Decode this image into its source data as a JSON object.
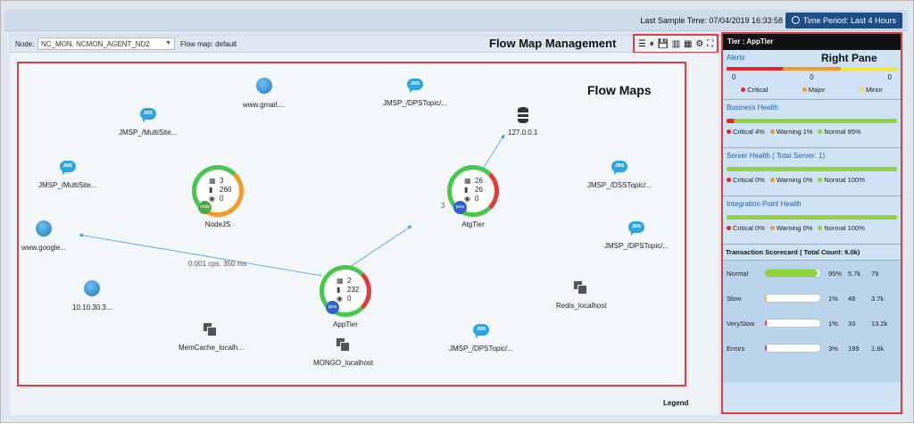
{
  "header": {
    "sample_time": "Last Sample Time: 07/04/2019 16:33:58",
    "time_period": "Time Period: Last 4 Hours"
  },
  "toolbar": {
    "node_label": "Node:",
    "node_value": "NC_MON, NCMON_AGENT_ND2",
    "flowmap_label": "Flow map: default",
    "annotation": "Flow Map Management",
    "icons": [
      "list-indent-icon",
      "pause-icon",
      "save-icon",
      "grid-icon",
      "table-icon",
      "gear-icon",
      "fullscreen-icon"
    ]
  },
  "map": {
    "annotation": "Flow Maps",
    "legend": "Legend",
    "nodes": [
      {
        "type": "jms",
        "label": "JMSP_/MultiSite..."
      },
      {
        "type": "globe",
        "label": "www.gmail...."
      },
      {
        "type": "jms",
        "label": "JMSP_/DPSTopic/..."
      },
      {
        "type": "db",
        "label": "127.0.0.1"
      },
      {
        "type": "jms",
        "label": "JMSP_/MultiSite..."
      },
      {
        "type": "jms",
        "label": "JMSP_/DSSTopic/..."
      },
      {
        "type": "globe",
        "label": "www.google..."
      },
      {
        "type": "jms",
        "label": "JMSP_/DPSTopic/..."
      },
      {
        "type": "globe",
        "label": "10.10.30.3..."
      },
      {
        "type": "server",
        "label": "Redis_localhost"
      },
      {
        "type": "server",
        "label": "MemCache_localh..."
      },
      {
        "type": "server",
        "label": "MONGO_localhost"
      },
      {
        "type": "jms",
        "label": "JMSP_/DPSTopic/..."
      }
    ],
    "tiers": [
      {
        "name": "NodeJS",
        "v1": "3",
        "v2": "260",
        "v3": "0",
        "badge": "nodejs"
      },
      {
        "name": "AtgTier",
        "v1": "26",
        "v2": "26",
        "v3": "0",
        "badge": "java"
      },
      {
        "name": "AppTier",
        "v1": "2",
        "v2": "232",
        "v3": "0",
        "badge": "java"
      }
    ],
    "link_label": "0.001 cps, 350 ms",
    "link_label2": "3"
  },
  "right_pane": {
    "tier_title": "Tier : AppTier",
    "annotation": "Right Pane",
    "alerts": {
      "title": "Alerts",
      "critical": "0",
      "major": "0",
      "minor": "0",
      "labels": [
        "Critical",
        "Major",
        "Minor"
      ]
    },
    "business_health": {
      "title": "Business Health",
      "critical_pct": 4,
      "warning_pct": 1,
      "normal_pct": 95,
      "labels": [
        "Critical 4%",
        "Warning 1%",
        "Normal 95%"
      ]
    },
    "server_health": {
      "title": "Server Health ( Total Server: 1)",
      "critical_pct": 0,
      "warning_pct": 0,
      "normal_pct": 100,
      "labels": [
        "Critical 0%",
        "Warning 0%",
        "Normal 100%"
      ]
    },
    "integration_health": {
      "title": "Integration Point Health",
      "critical_pct": 0,
      "warning_pct": 0,
      "normal_pct": 100,
      "labels": [
        "Critical 0%",
        "Warning 0%",
        "Normal 100%"
      ]
    },
    "scorecard": {
      "title": "Transaction Scorecard  ( Total Count: 6.0k)",
      "rows": [
        {
          "name": "Normal",
          "pct": "95%",
          "a": "5.7k",
          "b": "79",
          "fill": 0.95,
          "color": "#8fd43a"
        },
        {
          "name": "Slow",
          "pct": "1%",
          "a": "48",
          "b": "3.7k",
          "fill": 0.01,
          "color": "#f0c23a"
        },
        {
          "name": "VerySlow",
          "pct": "1%",
          "a": "33",
          "b": "13.2k",
          "fill": 0.01,
          "color": "#e03c3c"
        },
        {
          "name": "Errors",
          "pct": "3%",
          "a": "199",
          "b": "1.6k",
          "fill": 0.03,
          "color": "#8a3bd6"
        }
      ]
    }
  },
  "colors": {
    "critical": "#e52424",
    "major": "#f29a23",
    "minor": "#f2e43a",
    "warning": "#f29a23",
    "normal": "#8fd43a",
    "tier_ring": "#46c94a",
    "link": "#4a9be3",
    "annotation_box": "#e03c3c"
  }
}
